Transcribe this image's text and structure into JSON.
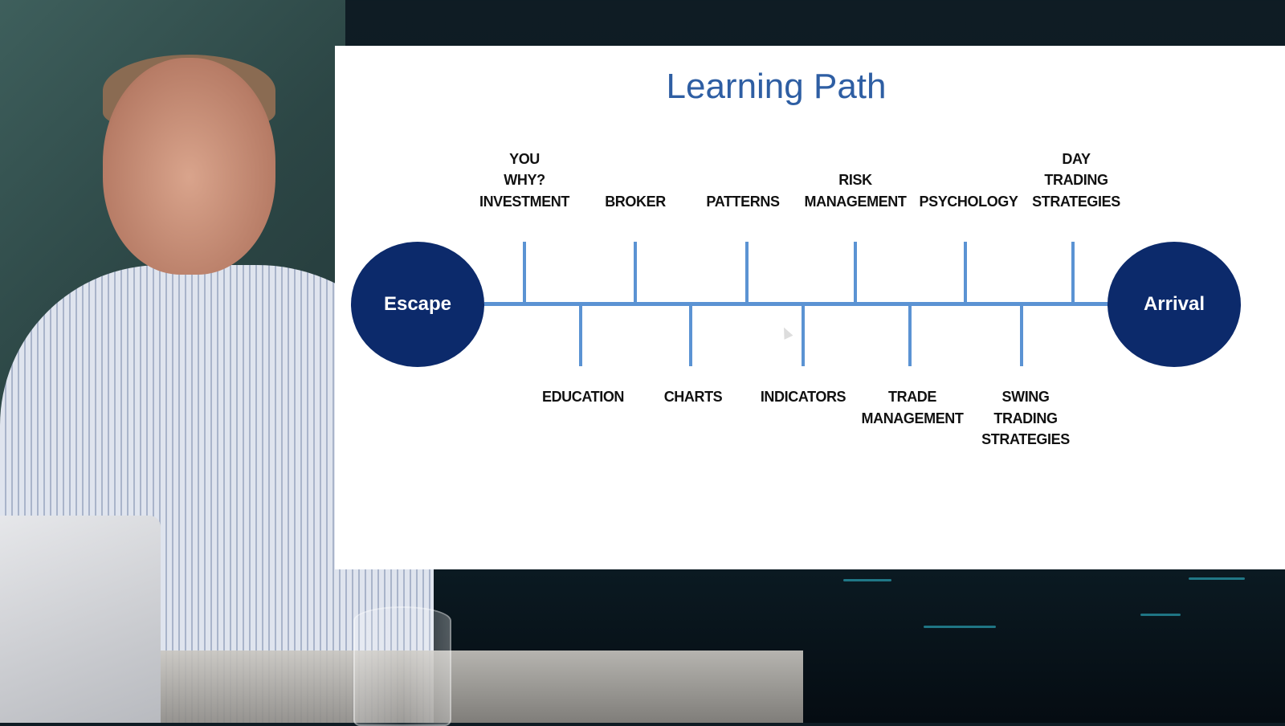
{
  "slide": {
    "title": "Learning Path",
    "start_node": "Escape",
    "end_node": "Arrival",
    "top_steps": [
      "YOU\nWHY?\nINVESTMENT",
      "BROKER",
      "PATTERNS",
      "RISK\nMANAGEMENT",
      "PSYCHOLOGY",
      "DAY\nTRADING\nSTRATEGIES"
    ],
    "bottom_steps": [
      "EDUCATION",
      "CHARTS",
      "INDICATORS",
      "TRADE\nMANAGEMENT",
      "SWING\nTRADING\nSTRATEGIES"
    ]
  },
  "colors": {
    "title": "#2e5ea3",
    "node": "#0c2a6b",
    "line": "#5b93d3"
  }
}
